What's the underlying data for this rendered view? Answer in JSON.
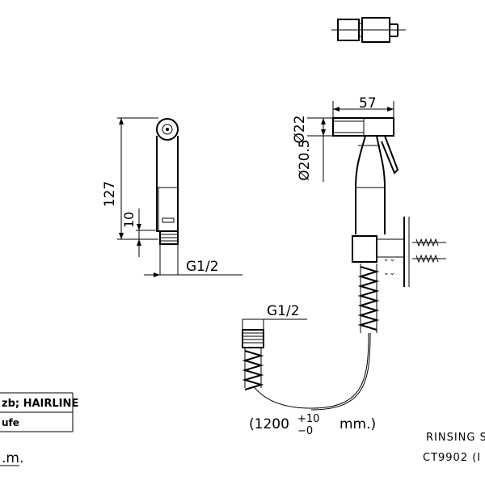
{
  "drawing": {
    "side_view": {
      "height_dim": "127",
      "base_dim": "10",
      "thread_label": "G1/2"
    },
    "front_view": {
      "length_dim": "57",
      "diameter_top": "Ø22",
      "diameter_bottom": "Ø20.5"
    },
    "hose": {
      "thread_label": "G1/2",
      "length_open": "(1200",
      "tolerance_plus": "+10",
      "tolerance_minus": "−0",
      "length_unit": "mm.)"
    },
    "title_block": {
      "finish_row": "zb; HAIRLINE",
      "row2": "ufe",
      "scale_note": ".m."
    },
    "product": {
      "name": "RINSING S",
      "code": "CT9902 (I"
    }
  }
}
